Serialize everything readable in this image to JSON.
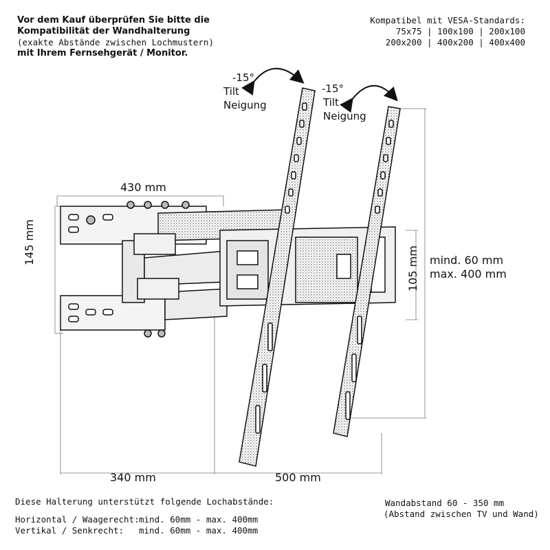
{
  "header_left": {
    "line1": "Vor dem Kauf überprüfen Sie bitte die",
    "line2": "Kompatibilität der Wandhalterung",
    "line3": "(exakte Abstände zwischen Lochmustern)",
    "line4": "mit Ihrem Fernsehgerät / Monitor."
  },
  "header_right": {
    "line1": "Kompatibel mit VESA-Standards:",
    "line2": "75x75 | 100x100 | 200x100",
    "line3": "200x200 | 400x200 | 400x400"
  },
  "tilt_left": {
    "angle": "-15°",
    "label_en": "Tilt",
    "label_de": "Neigung"
  },
  "tilt_right": {
    "angle": "-15°",
    "label_en": "Tilt",
    "label_de": "Neigung"
  },
  "dimensions": {
    "width_top": "430 mm",
    "height_left": "145 mm",
    "height_right": "105 mm",
    "min_vesa": "mind. 60 mm",
    "max_vesa": "max. 400 mm",
    "depth_bottom_left": "340 mm",
    "width_bottom_right": "500 mm"
  },
  "footer_left": {
    "intro": "Diese Halterung unterstützt folgende Lochabstände:",
    "h_label": "Horizontal / Waagerecht:",
    "h_value": "mind. 60mm - max. 400mm",
    "v_label": "Vertikal / Senkrecht:",
    "v_value": "mind. 60mm - max. 400mm"
  },
  "footer_right": {
    "line1": "Wandabstand 60 - 350 mm",
    "line2": "(Abstand zwischen TV und Wand)"
  }
}
